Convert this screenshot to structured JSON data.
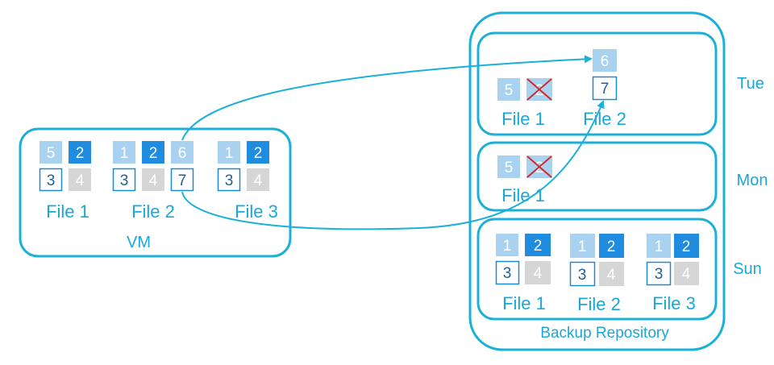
{
  "colors": {
    "outline": "#1cb0d8",
    "block_light": "#a9d2f0",
    "block_dark": "#1f8ce0",
    "block_gray": "#d6d6d6",
    "block_empty_border": "#1a8ad6",
    "text": "#19a8d6",
    "block_text_dark": "#1f5f9a",
    "deleted_cross": "#d6282a",
    "background": "#ffffff"
  },
  "vm": {
    "label": "VM",
    "files": [
      {
        "label": "File 1",
        "blocks": [
          "5",
          "2",
          "3",
          "4"
        ]
      },
      {
        "label": "File 2",
        "blocks": [
          "1",
          "2",
          "6",
          "3",
          "4",
          "7"
        ]
      },
      {
        "label": "File 3",
        "blocks": [
          "1",
          "2",
          "3",
          "4"
        ]
      }
    ]
  },
  "repository": {
    "label": "Backup Repository",
    "days": [
      {
        "day": "Tue",
        "files": [
          {
            "label": "File 1",
            "blocks": [
              "5",
              "2"
            ],
            "deleted_block": "2"
          },
          {
            "label": "File 2",
            "blocks": [
              "6",
              "7"
            ]
          }
        ]
      },
      {
        "day": "Mon",
        "files": [
          {
            "label": "File 1",
            "blocks": [
              "5",
              "2"
            ],
            "deleted_block": "2"
          }
        ]
      },
      {
        "day": "Sun",
        "files": [
          {
            "label": "File 1",
            "blocks": [
              "1",
              "2",
              "3",
              "4"
            ]
          },
          {
            "label": "File 2",
            "blocks": [
              "1",
              "2",
              "3",
              "4"
            ]
          },
          {
            "label": "File 3",
            "blocks": [
              "1",
              "2",
              "3",
              "4"
            ]
          }
        ]
      }
    ]
  },
  "arrows": [
    {
      "from": "vm-file-2-block-6",
      "to": "tue-file-2-block-6"
    },
    {
      "from": "vm-file-2-block-7",
      "to": "tue-file-2-block-7"
    }
  ]
}
